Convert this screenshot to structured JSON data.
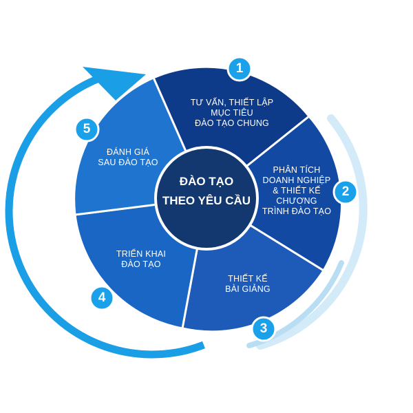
{
  "diagram": {
    "center": {
      "line1": "ĐÀO TẠO",
      "line2": "THEO YÊU CẦU"
    },
    "steps": [
      {
        "number": "1",
        "lines": [
          "TƯ VẤN, THIẾT LẬP",
          "MỤC TIÊU",
          "ĐÀO TẠO CHUNG"
        ]
      },
      {
        "number": "2",
        "lines": [
          "PHÂN TÍCH",
          "DOANH NGHIỆP",
          "& THIẾT KẾ",
          "CHƯƠNG",
          "TRÌNH ĐÀO TẠO"
        ]
      },
      {
        "number": "3",
        "lines": [
          "THIẾT KẾ",
          "BÀI GIẢNG"
        ]
      },
      {
        "number": "4",
        "lines": [
          "TRIỂN KHAI",
          "ĐÀO TẠO"
        ]
      },
      {
        "number": "5",
        "lines": [
          "ĐÁNH GIÁ",
          "SAU ĐÀO TẠO"
        ]
      }
    ],
    "colors": {
      "segment1": "#0e3a8a",
      "segment2": "#1149a3",
      "segment3": "#1e5bb8",
      "segment4": "#1a66c4",
      "segment5": "#1f74cf",
      "center": "#12386f",
      "outer_arc": "#1a9ee6",
      "light_arc": "#d3ebf8",
      "badge_fill": "#1aa1ea"
    }
  }
}
